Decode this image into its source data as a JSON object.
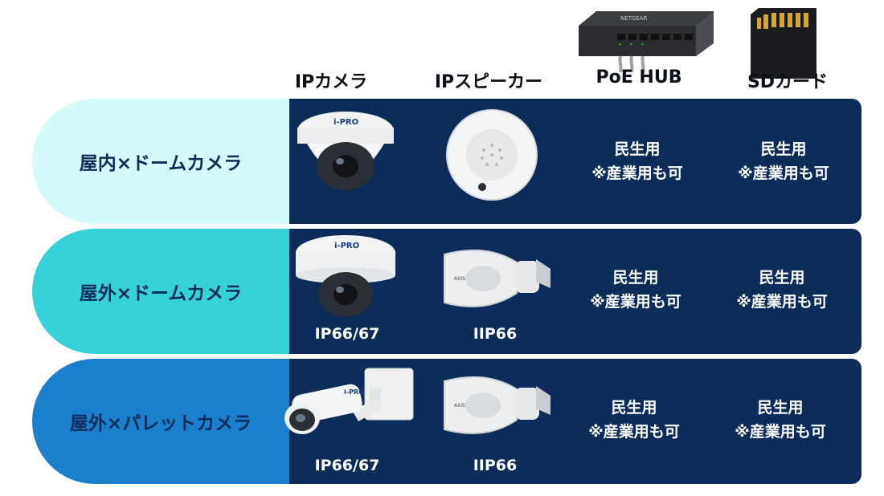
{
  "headers": {
    "camera": "IPカメラ",
    "speaker": "IPスピーカー",
    "poe_hub": "PoE HUB",
    "sd_card": "SDカード"
  },
  "product_images": {
    "poe_hub_brand": "NETGEAR",
    "camera_brand": "i-PRO",
    "speaker_brand": "AXIS"
  },
  "rows": [
    {
      "label": "屋内×ドームカメラ",
      "camera_rating": "",
      "speaker_rating": "",
      "poe_line1": "民生用",
      "poe_line2": "※産業用も可",
      "sd_line1": "民生用",
      "sd_line2": "※産業用も可"
    },
    {
      "label": "屋外×ドームカメラ",
      "camera_rating": "IP66/67",
      "speaker_rating": "IIP66",
      "poe_line1": "民生用",
      "poe_line2": "※産業用も可",
      "sd_line1": "民生用",
      "sd_line2": "※産業用も可"
    },
    {
      "label": "屋外×パレットカメラ",
      "camera_rating": "IP66/67",
      "speaker_rating": "IIP66",
      "poe_line1": "民生用",
      "poe_line2": "※産業用も可",
      "sd_line1": "民生用",
      "sd_line2": "※産業用も可"
    }
  ],
  "colors": {
    "panel": "#0d2c5a",
    "row1_label_bg": "#d4fafc",
    "row2_label_bg": "#35d3d7",
    "row3_label_bg": "#1b7fcb"
  }
}
